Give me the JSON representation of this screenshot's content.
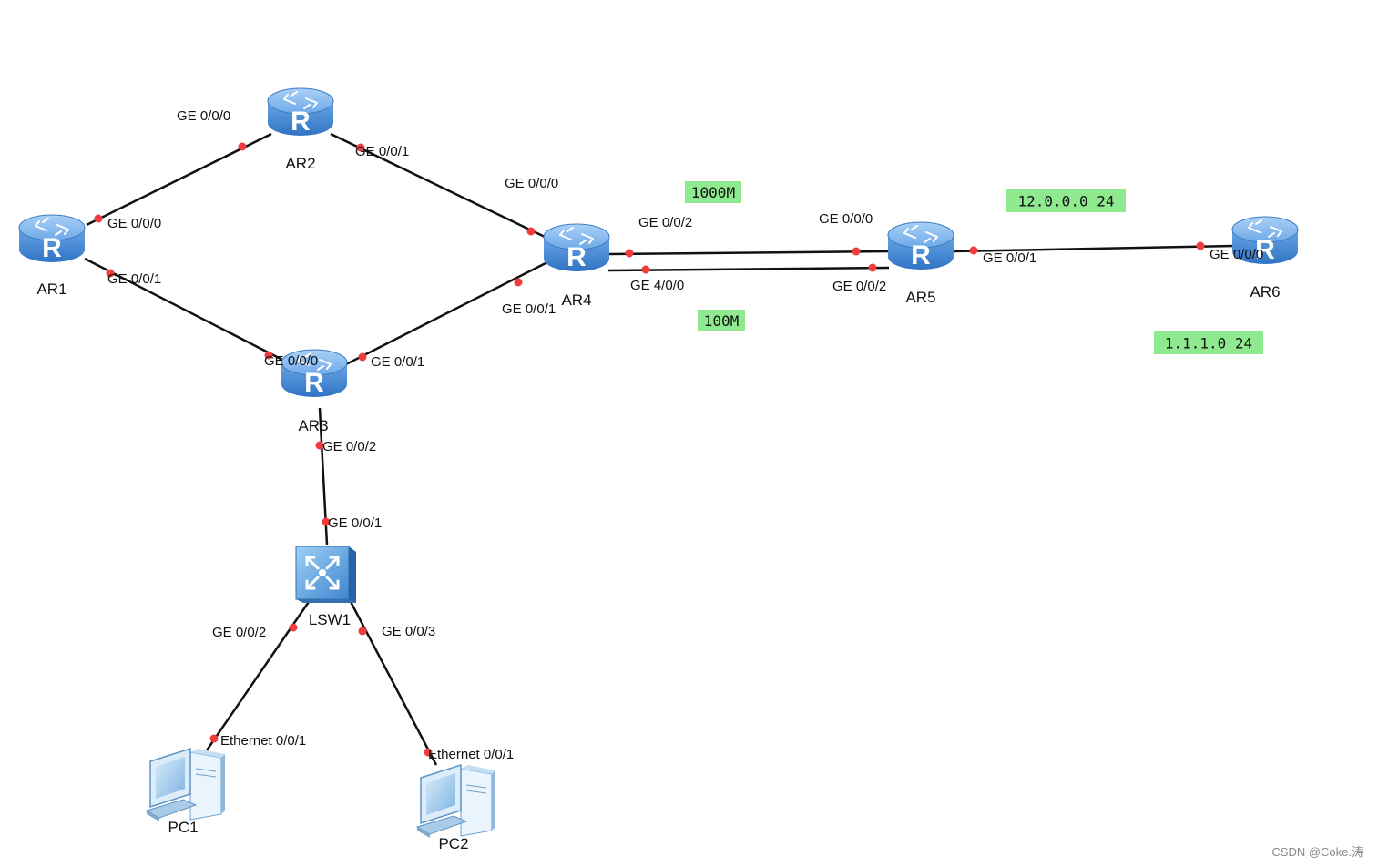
{
  "devices": [
    {
      "id": "AR1",
      "type": "router",
      "label": "AR1"
    },
    {
      "id": "AR2",
      "type": "router",
      "label": "AR2"
    },
    {
      "id": "AR3",
      "type": "router",
      "label": "AR3"
    },
    {
      "id": "AR4",
      "type": "router",
      "label": "AR4"
    },
    {
      "id": "AR5",
      "type": "router",
      "label": "AR5"
    },
    {
      "id": "AR6",
      "type": "router",
      "label": "AR6"
    },
    {
      "id": "LSW1",
      "type": "switch",
      "label": "LSW1"
    },
    {
      "id": "PC1",
      "type": "pc",
      "label": "PC1"
    },
    {
      "id": "PC2",
      "type": "pc",
      "label": "PC2"
    }
  ],
  "links": [
    {
      "a": "AR1",
      "a_port": "GE 0/0/0",
      "b": "AR2",
      "b_port": "GE 0/0/0"
    },
    {
      "a": "AR2",
      "a_port": "GE 0/0/1",
      "b": "AR4",
      "b_port": "GE 0/0/0"
    },
    {
      "a": "AR1",
      "a_port": "GE 0/0/1",
      "b": "AR3",
      "b_port": "GE 0/0/0"
    },
    {
      "a": "AR3",
      "a_port": "GE 0/0/1",
      "b": "AR4",
      "b_port": "GE 0/0/1"
    },
    {
      "a": "AR4",
      "a_port": "GE 0/0/2",
      "b": "AR5",
      "b_port": "GE 0/0/0"
    },
    {
      "a": "AR4",
      "a_port": "GE 4/0/0",
      "b": "AR5",
      "b_port": "GE 0/0/2"
    },
    {
      "a": "AR5",
      "a_port": "GE 0/0/1",
      "b": "AR6",
      "b_port": "GE 0/0/0"
    },
    {
      "a": "AR3",
      "a_port": "GE 0/0/2",
      "b": "LSW1",
      "b_port": "GE 0/0/1"
    },
    {
      "a": "LSW1",
      "a_port": "GE 0/0/2",
      "b": "PC1",
      "b_port": "Ethernet 0/0/1"
    },
    {
      "a": "LSW1",
      "a_port": "GE 0/0/3",
      "b": "PC2",
      "b_port": "Ethernet 0/0/1"
    }
  ],
  "annotations": [
    "1000M",
    "100M",
    "12.0.0.0 24",
    "1.1.1.0 24"
  ],
  "watermark": "CSDN @Coke.涛",
  "colors": {
    "link": "#111111",
    "port_dot": "#f03c3c",
    "note_bg": "#8fe98f",
    "router_body": "#4a8fd6",
    "router_top": "#7db4ee"
  },
  "icons": {
    "router": "router-icon",
    "switch": "switch-icon",
    "pc": "pc-icon"
  }
}
